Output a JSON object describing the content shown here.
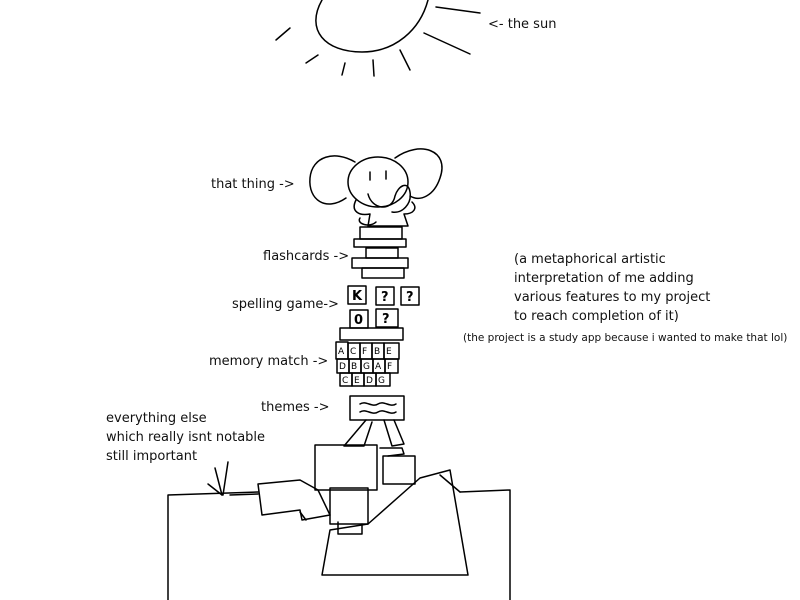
{
  "labels": {
    "sun": "<- the sun",
    "that_thing": "that thing ->",
    "flashcards": "flashcards ->",
    "spelling_game": "spelling game->",
    "memory_match": "memory match ->",
    "themes": "themes ->",
    "everything_else_1": "everything else",
    "everything_else_2": "which really isnt notable",
    "everything_else_3": "still important"
  },
  "note": {
    "line1": "(a metaphorical artistic",
    "line2": "interpretation of me adding",
    "line3": "various features to my project",
    "line4": "to reach completion of it)",
    "footnote": "(the project is a study app because i wanted to make that lol)"
  },
  "spelling_tiles": [
    "K",
    "?",
    "?",
    "0",
    "?"
  ],
  "memory_tiles": [
    "A",
    "C",
    "F",
    "B",
    "E",
    "D",
    "B",
    "G",
    "A",
    "F",
    "C",
    "E",
    "D",
    "G"
  ]
}
